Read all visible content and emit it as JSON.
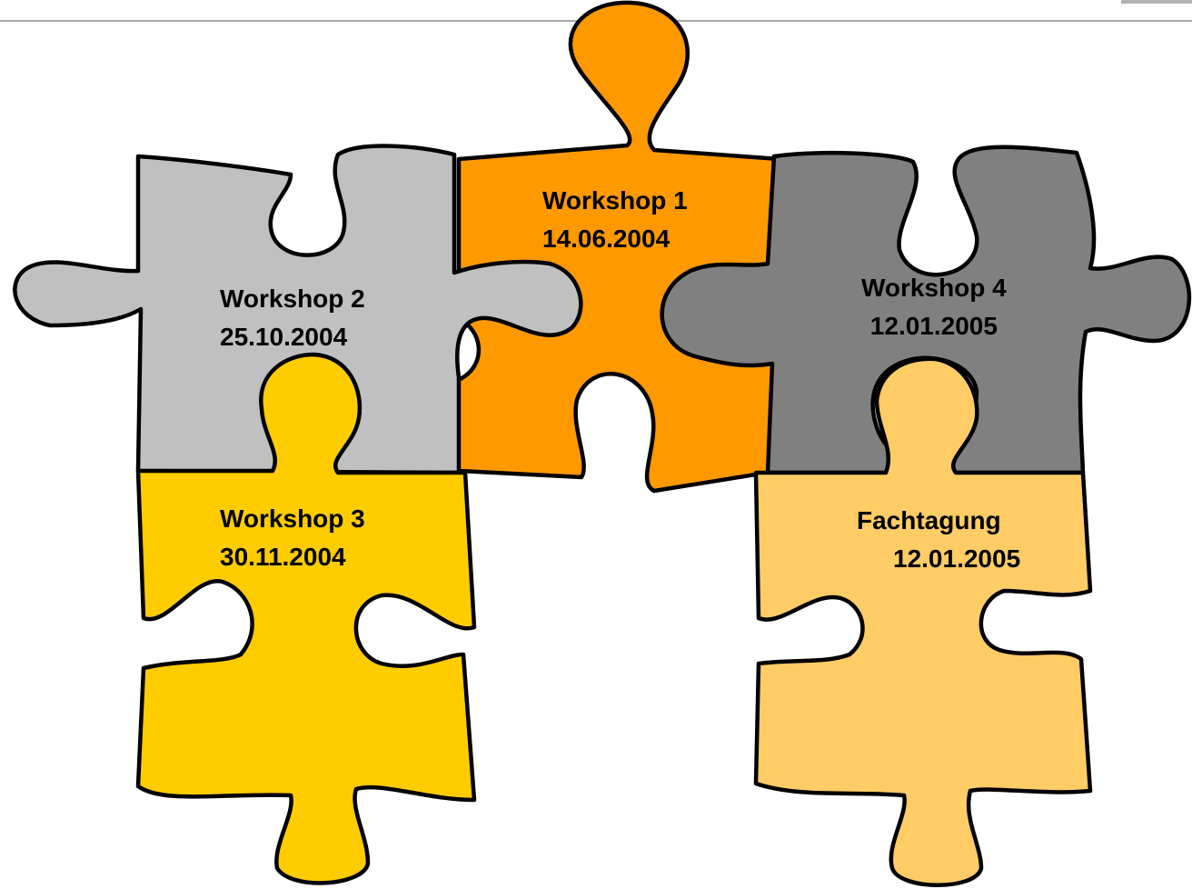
{
  "pieces": [
    {
      "id": "workshop-1",
      "title": "Workshop 1",
      "date": "14.06.2004",
      "color": "#ff9900"
    },
    {
      "id": "workshop-2",
      "title": "Workshop 2",
      "date": "25.10.2004",
      "color": "#c0c0c0"
    },
    {
      "id": "workshop-3",
      "title": "Workshop 3",
      "date": "30.11.2004",
      "color": "#ffcc00"
    },
    {
      "id": "workshop-4",
      "title": "Workshop 4",
      "date": "12.01.2005",
      "color": "#808080"
    },
    {
      "id": "fachtagung",
      "title": "Fachtagung",
      "date": "12.01.2005",
      "color": "#ffcc66"
    }
  ],
  "colors": {
    "outline": "#000000",
    "rule": "#a6a6a6",
    "background": "#ffffff"
  }
}
